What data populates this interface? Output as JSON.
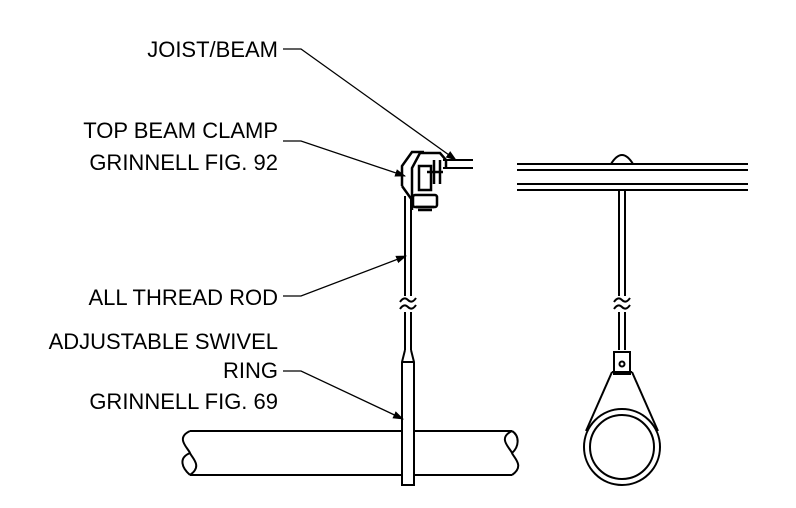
{
  "labels": {
    "joist_beam": "JOIST/BEAM",
    "top_beam_clamp": "TOP BEAM CLAMP",
    "top_beam_clamp_fig": "GRINNELL FIG. 92",
    "all_thread_rod": "ALL THREAD ROD",
    "swivel_ring_line1": "ADJUSTABLE SWIVEL",
    "swivel_ring_line2": "RING",
    "swivel_ring_fig": "GRINNELL FIG. 69"
  },
  "colors": {
    "ink": "#000000",
    "background": "#ffffff"
  }
}
